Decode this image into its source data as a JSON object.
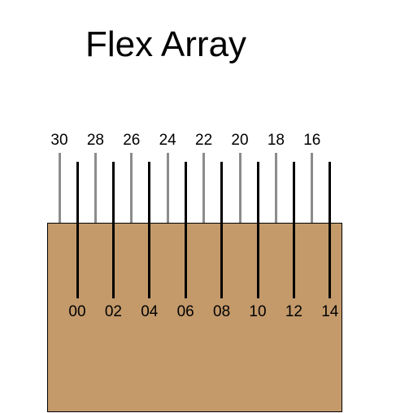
{
  "title": "Flex Array",
  "colors": {
    "board": "#c49a6b",
    "top_pins": "#8c8c8c",
    "bottom_pins": "#000000"
  },
  "top_row": [
    "30",
    "28",
    "26",
    "24",
    "22",
    "20",
    "18",
    "16"
  ],
  "bottom_row": [
    "00",
    "02",
    "04",
    "06",
    "08",
    "10",
    "12",
    "14"
  ]
}
